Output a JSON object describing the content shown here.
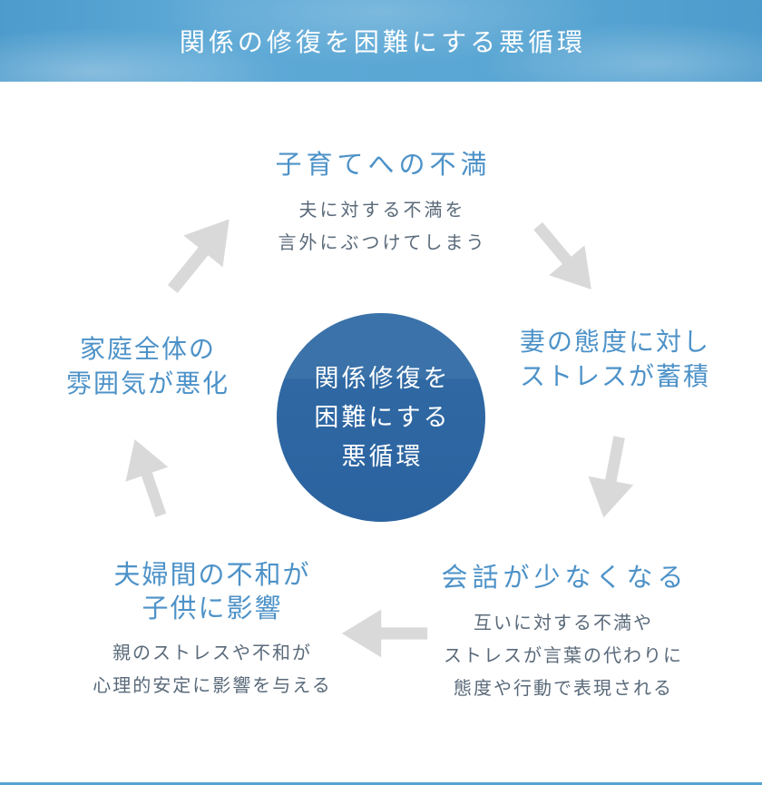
{
  "header": {
    "title": "関係の修復を困難にする悪循環"
  },
  "center_circle": {
    "lines": [
      "関係修復を",
      "困難にする",
      "悪循環"
    ]
  },
  "nodes": {
    "top": {
      "heading": "子育てへの不満",
      "desc": [
        "夫に対する不満を",
        "言外にぶつけてしまう"
      ]
    },
    "right": {
      "heading": [
        "妻の態度に対し",
        "ストレスが蓄積"
      ]
    },
    "bottom_right": {
      "heading": "会話が少なくなる",
      "desc": [
        "互いに対する不満や",
        "ストレスが言葉の代わりに",
        "態度や行動で表現される"
      ]
    },
    "bottom_left": {
      "heading": [
        "夫婦間の不和が",
        "子供に影響"
      ],
      "desc": [
        "親のストレスや不和が",
        "心理的安定に影響を与える"
      ]
    },
    "left": {
      "heading": [
        "家庭全体の",
        "雰囲気が悪化"
      ]
    }
  },
  "arrows": [
    "arrow-left-to-top",
    "arrow-top-to-right",
    "arrow-right-to-bottom-right",
    "arrow-bottom-right-to-bottom-left",
    "arrow-bottom-left-to-left"
  ],
  "colors": {
    "header_bg": "#57a3d2",
    "title_text": "#ffffff",
    "node_heading": "#4d92c8",
    "node_desc": "#5a6a7a",
    "circle_bg": "#2f68a3",
    "circle_text": "#ffffff",
    "arrow": "#d9d9d9"
  }
}
